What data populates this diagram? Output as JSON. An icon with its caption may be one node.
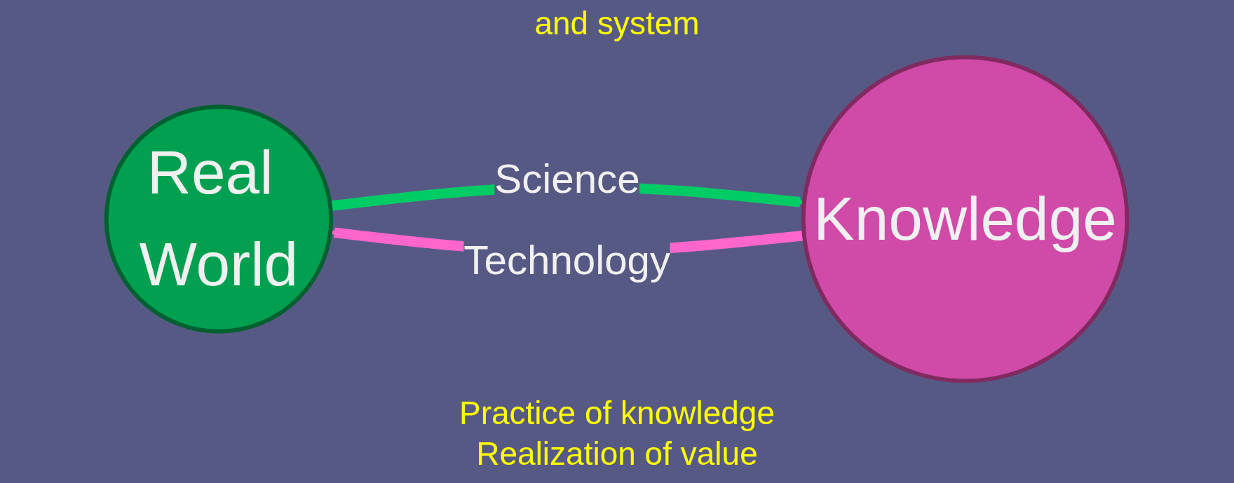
{
  "diagram": {
    "nodes": [
      {
        "text": [
          "Real World"
        ]
      },
      {
        "text": [
          "Knowledge"
        ]
      }
    ],
    "edges": [
      {
        "from": 0,
        "to": 1,
        "arrow": "to",
        "label": "Science",
        "color": "#00cc66"
      },
      {
        "from": 1,
        "to": 0,
        "arrow": "to",
        "label": "Technology",
        "color": "#ff66cc"
      }
    ],
    "labels": [
      "and system",
      "Practice of knowledge",
      "Realization of value"
    ]
  }
}
